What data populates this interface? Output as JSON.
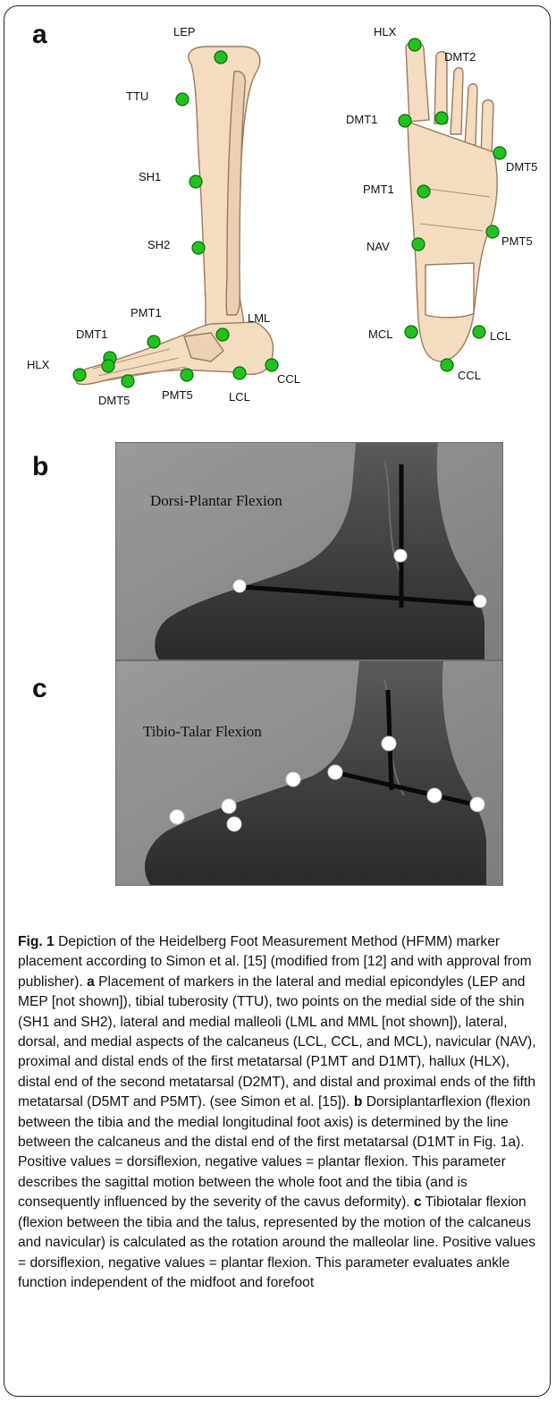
{
  "panel_letters": {
    "a": "a",
    "b": "b",
    "c": "c"
  },
  "panel_a": {
    "lateral_labels": {
      "lep": "LEP",
      "ttu": "TTU",
      "sh1": "SH1",
      "sh2": "SH2",
      "pmt1": "PMT1",
      "lml": "LML",
      "dmt1": "DMT1",
      "hlx": "HLX",
      "dmt5": "DMT5",
      "pmt5": "PMT5",
      "lcl": "LCL",
      "ccl": "CCL"
    },
    "plantar_labels": {
      "hlx": "HLX",
      "dmt2": "DMT2",
      "dmt1": "DMT1",
      "dmt5": "DMT5",
      "pmt1": "PMT1",
      "pmt5": "PMT5",
      "nav": "NAV",
      "mcl": "MCL",
      "lcl": "LCL",
      "ccl": "CCL"
    },
    "marker_color": "#22c21e",
    "bone_color": "#f3dcc0"
  },
  "panel_b": {
    "title": "Dorsi-Plantar Flexion"
  },
  "panel_c": {
    "title": "Tibio-Talar Flexion"
  },
  "caption": {
    "figure_label": "Fig. 1",
    "intro": " Depiction of the Heidelberg Foot Measurement Method (HFMM) marker placement according to Simon et al. [15] (modified from [12] and with approval from publisher). ",
    "a_label": "a",
    "a_text": " Placement of markers in the lateral and medial epicondyles (LEP and MEP [not shown]), tibial tuberosity (TTU), two points on the medial side of the shin (SH1 and SH2), lateral and medial malleoli (LML and MML [not shown]), lateral, dorsal, and medial aspects of the calcaneus (LCL, CCL, and MCL), navicular (NAV), proximal and distal ends of the first metatarsal (P1MT and D1MT), hallux (HLX), distal end of the second metatarsal (D2MT), and distal and proximal ends of the fifth metatarsal (D5MT and P5MT). (see Simon et al. [15]). ",
    "b_label": "b",
    "b_text": " Dorsiplantarflexion (flexion between the tibia and the medial longitudinal foot axis) is determined by the line between the calcaneus and the distal end of the first metatarsal (D1MT in Fig. 1a). Positive values = dorsiflexion, negative values = plantar flexion. This parameter describes the sagittal motion between the whole foot and the tibia (and is consequently influenced by the severity of the cavus deformity). ",
    "c_label": "c",
    "c_text": " Tibiotalar flexion (flexion between the tibia and the talus, represented by the motion of the calcaneus and navicular) is calculated as the rotation around the malleolar line. Positive values = dorsiflexion, negative values = plantar flexion. This parameter evaluates ankle function independent of the midfoot and forefoot"
  }
}
